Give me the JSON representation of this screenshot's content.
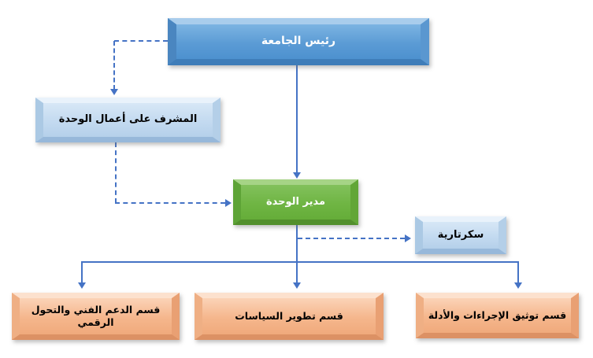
{
  "diagram": {
    "type": "org-chart",
    "nodes": {
      "president": {
        "label": "رئيس الجامعة"
      },
      "supervisor": {
        "label": "المشرف على أعمال الوحدة"
      },
      "manager": {
        "label": "مدير الوحدة"
      },
      "secretariat": {
        "label": "سكرتارية"
      },
      "dept_digital": {
        "label": "قسم الدعم الفني والتحول الرقمي"
      },
      "dept_policy": {
        "label": "قسم تطوير السياسات"
      },
      "dept_docs": {
        "label": "قسم توثيق الإجراءات والأدلة"
      }
    },
    "colors": {
      "president_fill": "#5B9BD5",
      "light_blue_fill": "#C3DAF0",
      "manager_fill": "#6FB543",
      "department_fill": "#F5B68C",
      "connector": "#4573C5"
    },
    "edges": [
      {
        "from": "president",
        "to": "supervisor",
        "style": "dashed"
      },
      {
        "from": "president",
        "to": "manager",
        "style": "solid"
      },
      {
        "from": "supervisor",
        "to": "manager",
        "style": "dashed"
      },
      {
        "from": "manager",
        "to": "secretariat",
        "style": "dashed"
      },
      {
        "from": "manager",
        "to": "dept_digital",
        "style": "solid"
      },
      {
        "from": "manager",
        "to": "dept_policy",
        "style": "solid"
      },
      {
        "from": "manager",
        "to": "dept_docs",
        "style": "solid"
      }
    ]
  }
}
